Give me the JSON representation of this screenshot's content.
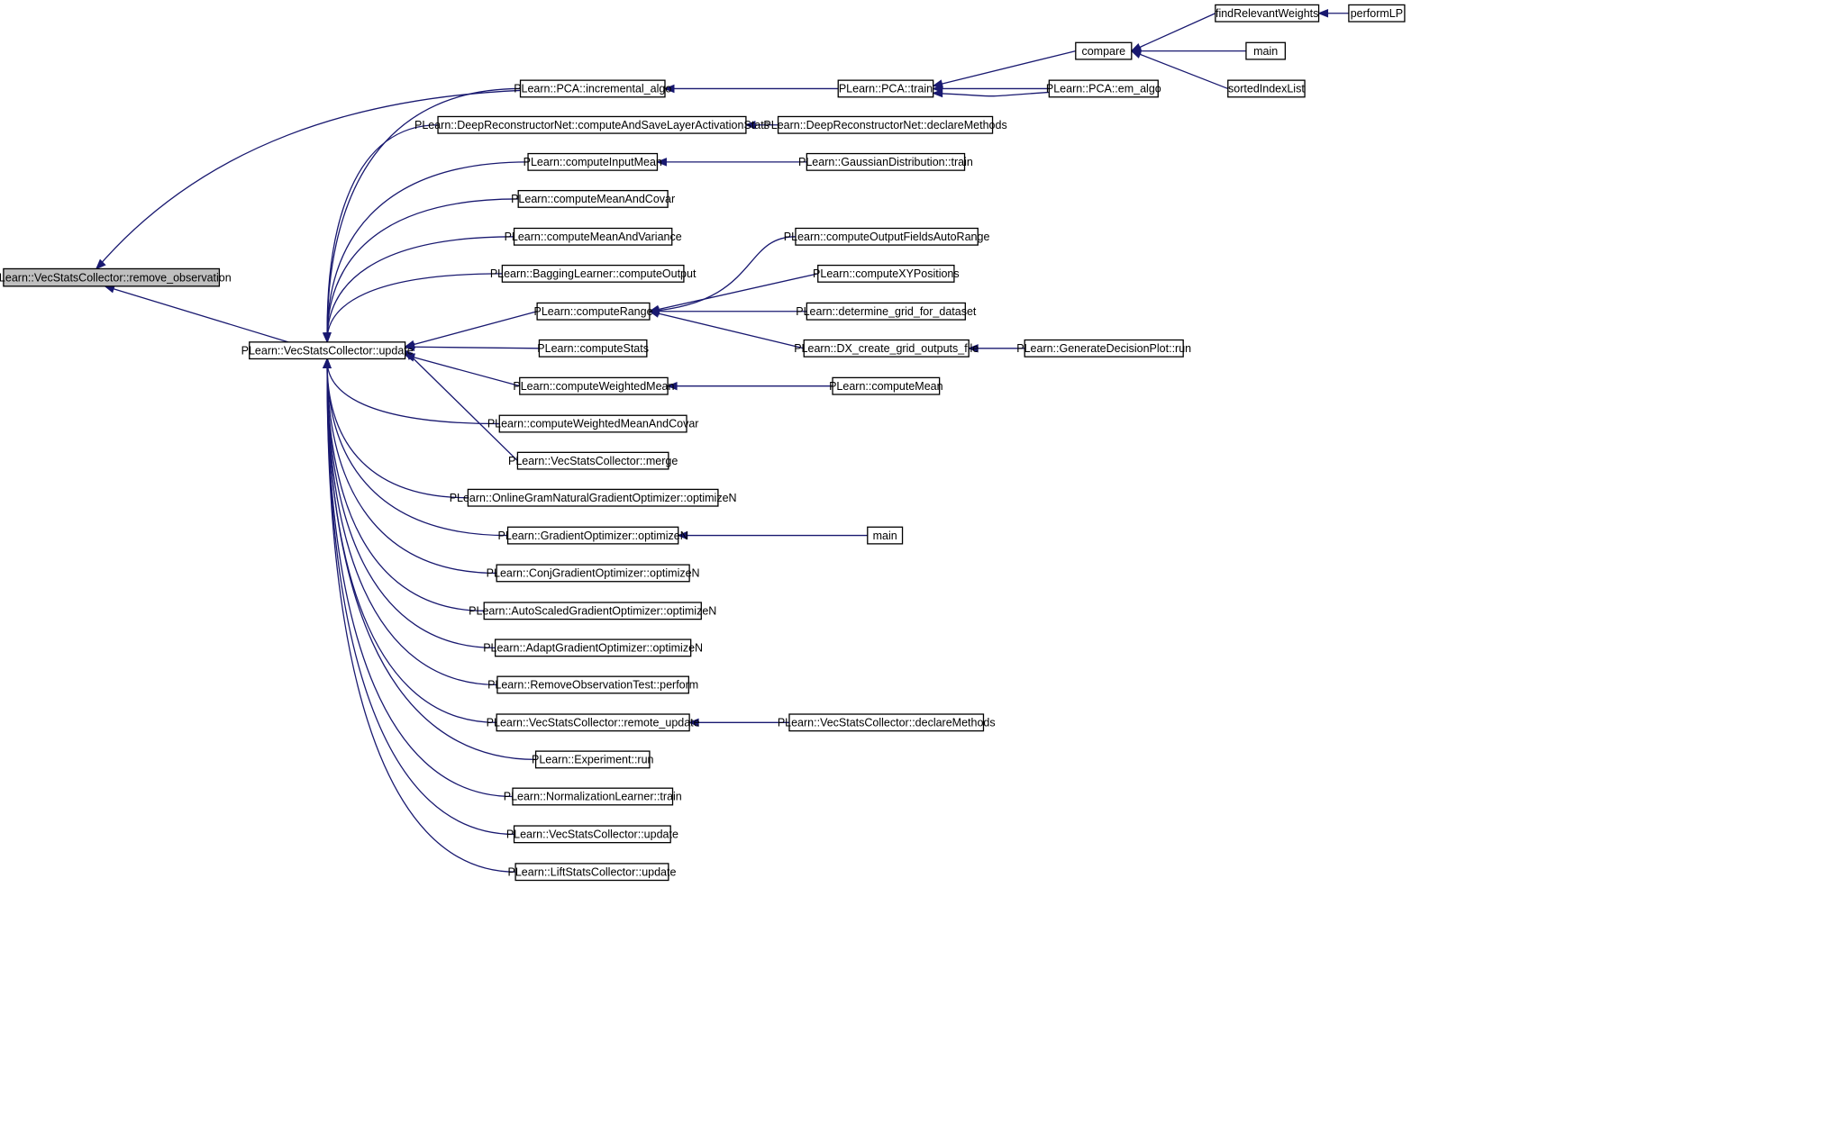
{
  "title": "",
  "colors": {
    "edge": "#191970",
    "node_border": "#000000",
    "node_fill": "#ffffff",
    "focus_fill": "#bfbfbf"
  },
  "nodes": {
    "remove_obs": "PLearn::VecStatsCollector::remove_observation",
    "update": "PLearn::VecStatsCollector::update",
    "incremental": "PLearn::PCA::incremental_algo",
    "pca_train": "PLearn::PCA::train",
    "em_algo": "PLearn::PCA::em_algo",
    "compare": "compare",
    "find_rel": "findRelevantWeights",
    "performLP": "performLP",
    "main_top": "main",
    "sorted_idx": "sortedIndexList",
    "deep_compute": "PLearn::DeepReconstructorNet::computeAndSaveLayerActivationStats",
    "deep_declare": "PLearn::DeepReconstructorNet::declareMethods",
    "comp_input_mean": "PLearn::computeInputMean",
    "gauss_train": "PLearn::GaussianDistribution::train",
    "comp_mean_covar": "PLearn::computeMeanAndCovar",
    "comp_mean_var": "PLearn::computeMeanAndVariance",
    "bagging": "PLearn::BaggingLearner::computeOutput",
    "comp_range": "PLearn::computeRange",
    "comp_out_fields": "PLearn::computeOutputFieldsAutoRange",
    "comp_xy": "PLearn::computeXYPositions",
    "det_grid": "PLearn::determine_grid_for_dataset",
    "dx_create": "PLearn::DX_create_grid_outputs_file",
    "gen_decision": "PLearn::GenerateDecisionPlot::run",
    "comp_stats": "PLearn::computeStats",
    "comp_wmean": "PLearn::computeWeightedMean",
    "comp_mean": "PLearn::computeMean",
    "comp_wmean_covar": "PLearn::computeWeightedMeanAndCovar",
    "vsc_merge": "PLearn::VecStatsCollector::merge",
    "online_gram": "PLearn::OnlineGramNaturalGradientOptimizer::optimizeN",
    "grad_opt": "PLearn::GradientOptimizer::optimizeN",
    "main_mid": "main",
    "conj_grad": "PLearn::ConjGradientOptimizer::optimizeN",
    "auto_scaled": "PLearn::AutoScaledGradientOptimizer::optimizeN",
    "adapt_grad": "PLearn::AdaptGradientOptimizer::optimizeN",
    "remove_test": "PLearn::RemoveObservationTest::perform",
    "remote_update": "PLearn::VecStatsCollector::remote_update",
    "vsc_declare": "PLearn::VecStatsCollector::declareMethods",
    "experiment": "PLearn::Experiment::run",
    "norm_learner": "PLearn::NormalizationLearner::train",
    "vsc_update2": "PLearn::VecStatsCollector::update",
    "lift_update": "PLearn::LiftStatsCollector::update"
  }
}
